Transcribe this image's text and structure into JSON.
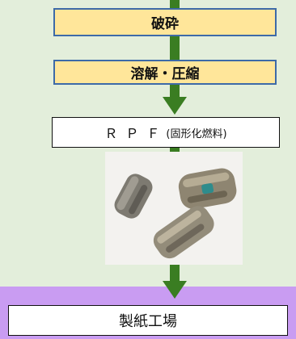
{
  "steps": {
    "crush": "破砕",
    "dissolve": "溶解・圧縮",
    "rpf_main": "ＲＰＦ",
    "rpf_sub": "(固形化燃料)",
    "paper_mill": "製紙工場"
  },
  "colors": {
    "panel_green": "#e3eedb",
    "panel_purple": "#c99cf2",
    "step_fill": "#ffe69a",
    "step_border": "#3d6aa8",
    "arrow": "#3a7d22"
  },
  "icons": [
    "down-arrow-icon",
    "rpf-pellets-photo"
  ]
}
